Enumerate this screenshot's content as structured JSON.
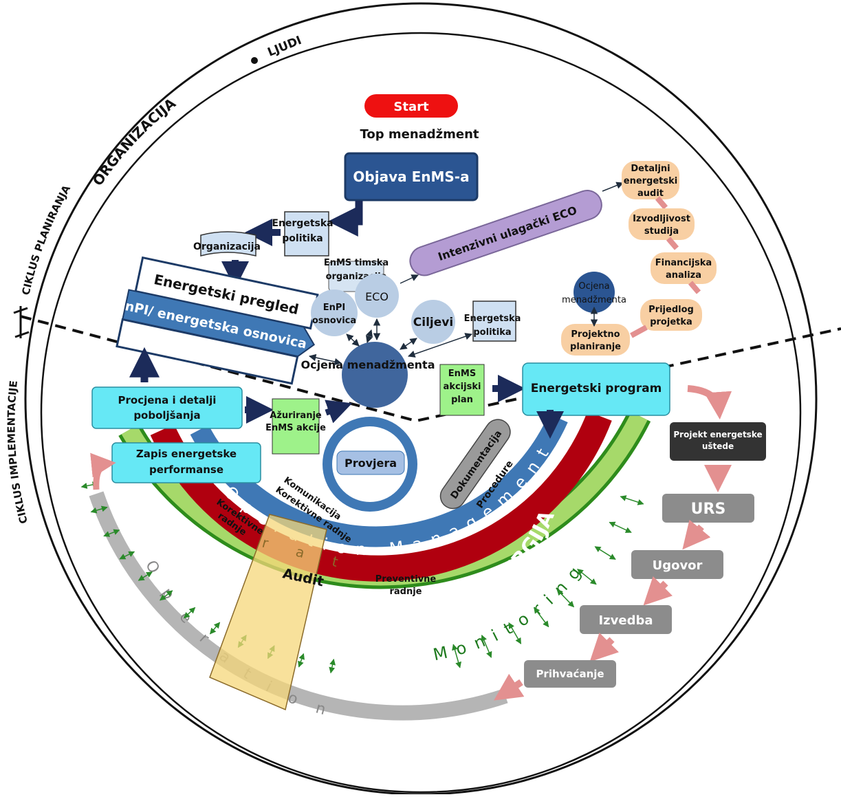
{
  "outer_labels": {
    "organizacija": "ORGANIZACIJA",
    "ljudi": "LJUDI",
    "ciklus_planiranja": "CIKLUS PLANIRANJA",
    "ciklus_implementacije": "CIKLUS IMPLEMENTACIJE"
  },
  "top": {
    "start": "Start",
    "top_management": "Top menadžment",
    "objava": "Objava EnMS-a"
  },
  "planning": {
    "energetska_politika": [
      "Energetska",
      "politika"
    ],
    "organizacija": "Organizacija",
    "energetski_pregled": "Energetski pregled",
    "enpi_osnovica": "EnPI/ energetska osnovica",
    "enms_timska": [
      "EnMS timska",
      "organizacija"
    ],
    "eco": "ECO",
    "enpi_osnovica_circle": [
      "EnPI",
      "osnovica"
    ],
    "ciljevi": "Ciljevi",
    "energetska_politika_2": [
      "Energetska",
      "politika"
    ],
    "ocjena_menadzmenta": "Ocjena menadžmenta",
    "intenzivni": "Intenzivni ulagački ECO",
    "ocjena_small": [
      "Ocjena",
      "menadžmenta"
    ]
  },
  "eco_flow": [
    [
      "Detaljni",
      "energetski",
      "audit"
    ],
    [
      "Izvodljivost",
      "studija"
    ],
    [
      "Financijska",
      "analiza"
    ],
    [
      "Prijedlog",
      "projetka"
    ],
    [
      "Projektno",
      "planiranje"
    ]
  ],
  "implementation": {
    "procjena": [
      "Procjena i detalji",
      "poboljšanja"
    ],
    "azuriranje": [
      "Ažuriranje",
      "EnMS akcije"
    ],
    "enms_akcijski": [
      "EnMS",
      "akcijski",
      "plan"
    ],
    "energetski_program": "Energetski program",
    "provjera": "Provjera",
    "zapis": [
      "Zapis energetske",
      "performanse"
    ],
    "dokumentacija": "Dokumentacija",
    "procedure": "Procedure",
    "komunikacija": [
      "Komunikacija",
      "Korektivne radnje"
    ],
    "korektivne": [
      "Korektivne",
      "radnje"
    ],
    "audit": "Audit",
    "preventivne": [
      "Preventivne",
      "radnje"
    ]
  },
  "arcs": {
    "operation_management": "Operation Management",
    "energija": "ENERGIJA",
    "monitoring": "Monitoring",
    "operation": "Operation"
  },
  "project_flow": {
    "projekt_ustede": [
      "Projekt energetske",
      "uštede"
    ],
    "urs": "URS",
    "ugovor": "Ugovor",
    "izvedba": "Izvedba",
    "prihvacanje": "Prihvaćanje"
  },
  "colors": {
    "navy": "#2b5592",
    "light_blue_circle": "#b9cde4",
    "cyan_box": "#66e8f5",
    "red_arc": "#b0000f",
    "green_arc": "#6ab42d",
    "blue_arc": "#3f78b5",
    "gray_arc": "#b5b5b5",
    "orange_cloud": "#f8cfa3",
    "lavender": "#b49cd3",
    "start_red": "#ee1111",
    "audit_yellow": "#f5d77a"
  }
}
